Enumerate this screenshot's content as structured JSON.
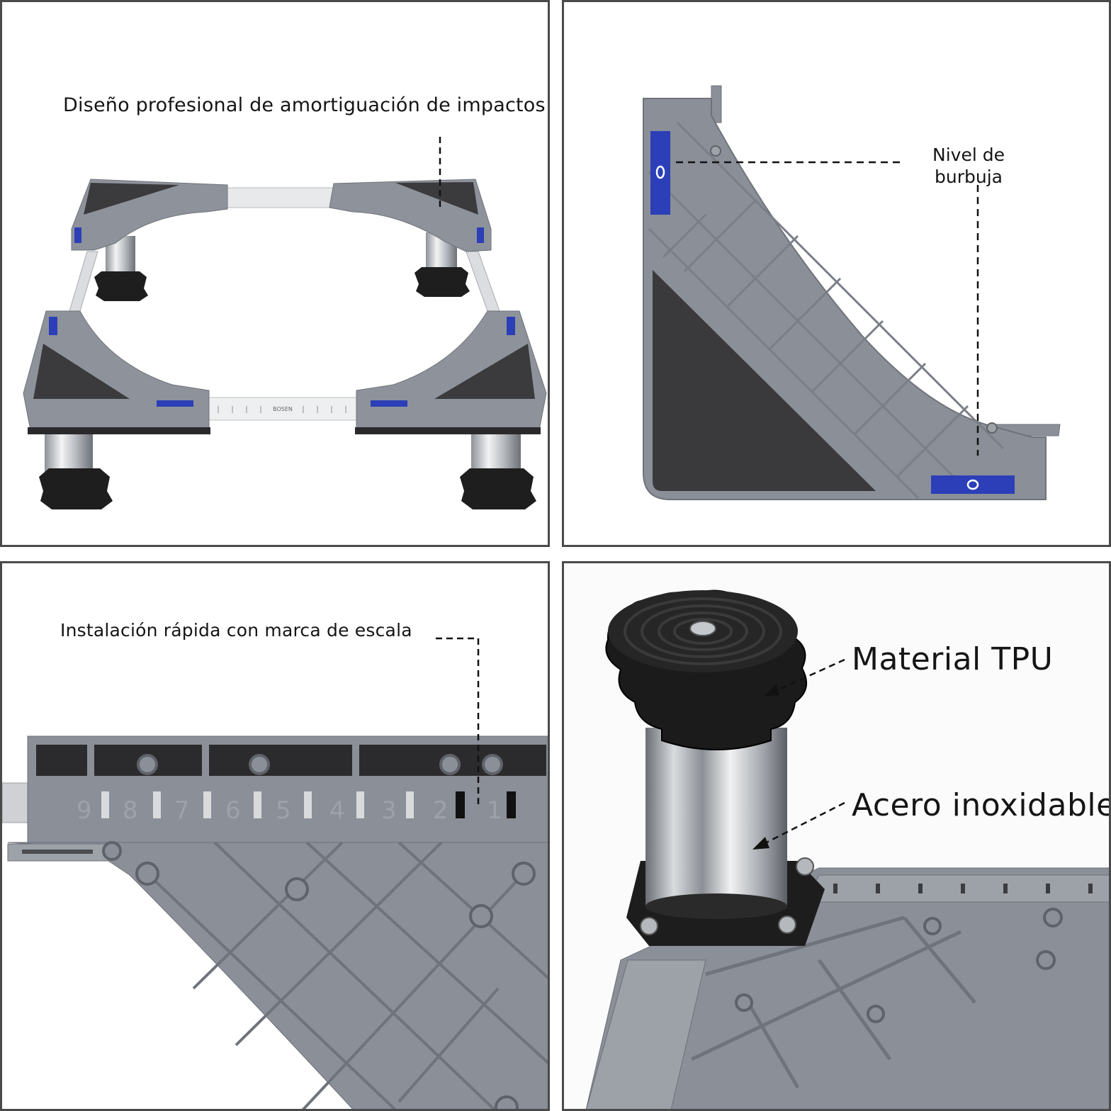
{
  "panels": {
    "top_left": {
      "caption": "Diseño profesional de amortiguación de impactos",
      "ruler_label": "BOSEN"
    },
    "top_right": {
      "caption_line1": "Nivel de",
      "caption_line2": "burbuja"
    },
    "bottom_left": {
      "caption": "Instalación rápida con marca de escala",
      "scale_numbers": [
        "9",
        "8",
        "7",
        "6",
        "5",
        "4",
        "3",
        "2",
        "1"
      ]
    },
    "bottom_right": {
      "callout_top": "Material TPU",
      "callout_bottom": "Acero inoxidable"
    }
  },
  "colors": {
    "plastic_gray": "#8a8f98",
    "dark_pad": "#3a3a3c",
    "bubble_blue": "#2c3fb8",
    "steel": "#c9ccd0",
    "rubber_black": "#1d1d1d",
    "frame_border": "#4a4a4a"
  }
}
